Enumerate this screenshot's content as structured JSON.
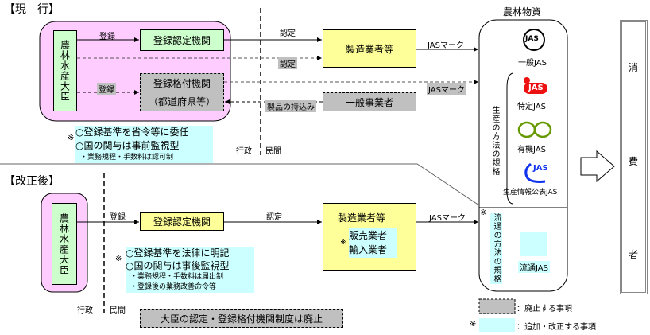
{
  "current": {
    "title": "【現　行】",
    "minister": "農林水産大臣",
    "cert_body": "登録認定機関",
    "grading_body": "登録格付機関",
    "grading_body_sub": "（都道府県等）",
    "manufacturer": "製造業者等",
    "general_business": "一般事業者",
    "labels": {
      "register1": "登録",
      "register2": "登録",
      "certify1": "認定",
      "certify2": "認定",
      "jas_mark1": "JASマーク",
      "jas_mark2": "JASマーク",
      "bring_products": "製品の持込み"
    },
    "note_mark": "※",
    "notes": [
      "○登録基準を省令等に委任",
      "○国の関与は事前監視型",
      "・業務規程・手数料は認可制"
    ],
    "admin": "行政",
    "private": "民間"
  },
  "revised": {
    "title": "【改正後】",
    "minister": "農林水産大臣",
    "cert_body": "登録認定機関",
    "manufacturer": "製造業者等",
    "sub_mark": "※",
    "sub_actors": [
      "販売業者",
      "輸入業者"
    ],
    "labels": {
      "register": "登録",
      "certify": "認定",
      "jas_mark": "JASマーク"
    },
    "note_mark": "※",
    "notes": [
      "○登録基準を法律に明記",
      "○国の関与は事後監視型",
      "・業務規程・手数料は届出制",
      "・登録後の業務改善命令等"
    ],
    "admin": "行政",
    "private": "民間",
    "abolished": "大臣の認定・登録格付機関制度は廃止"
  },
  "products": {
    "title": "農林物資",
    "general_jas": "一般JAS",
    "production_standards": "生産の方法の規格",
    "specific_jas": "特定JAS",
    "organic_jas": "有機JAS",
    "production_info_jas": "生産情報公表JAS",
    "distribution_mark": "※",
    "distribution_standards": "流通の方法の規格",
    "distribution_jas": "流通JAS",
    "logo_text": "JAS"
  },
  "consumer": [
    "消",
    "費",
    "者"
  ],
  "legend": {
    "abolished": "：廃止する事項",
    "added_mark": "※",
    "added": "：追加・改正する事項"
  },
  "colors": {
    "pink": "#ffccff",
    "green": "#ccffcc",
    "yellow": "#ffff99",
    "gray": "#c0c0c0",
    "cyan": "#ccffff",
    "jas_red": "#ee1111",
    "organic_green": "#669900",
    "info_blue": "#1133ee"
  }
}
